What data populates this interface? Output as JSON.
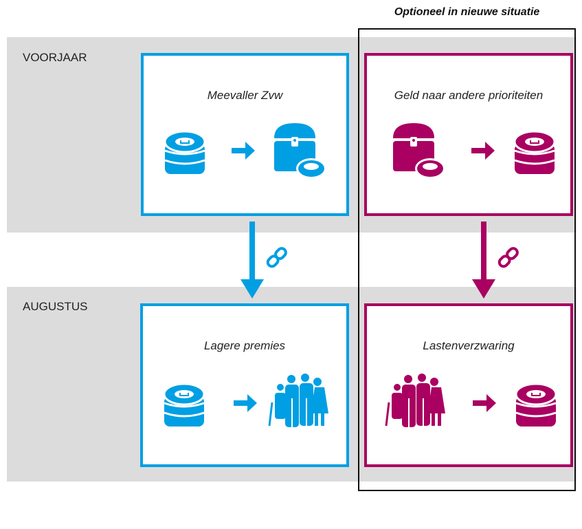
{
  "optional_header": "Optioneel in nieuwe situatie",
  "rows": {
    "voorjaar": "VOORJAAR",
    "augustus": "AUGUSTUS"
  },
  "cards": {
    "meevaller": "Meevaller Zvw",
    "geld": "Geld naar andere prioriteiten",
    "lagere": "Lagere premies",
    "lasten": "Lastenverzwaring"
  },
  "colors": {
    "blue": "#009fe3",
    "purple": "#a90061",
    "band_gray": "#dcdcdc",
    "frame": "#111111"
  },
  "icons": {
    "money": "coin-stack-icon",
    "reserve": "treasure-chest-icon",
    "people": "people-group-icon",
    "link": "chain-link-icon",
    "flow": "arrow-right-icon"
  }
}
